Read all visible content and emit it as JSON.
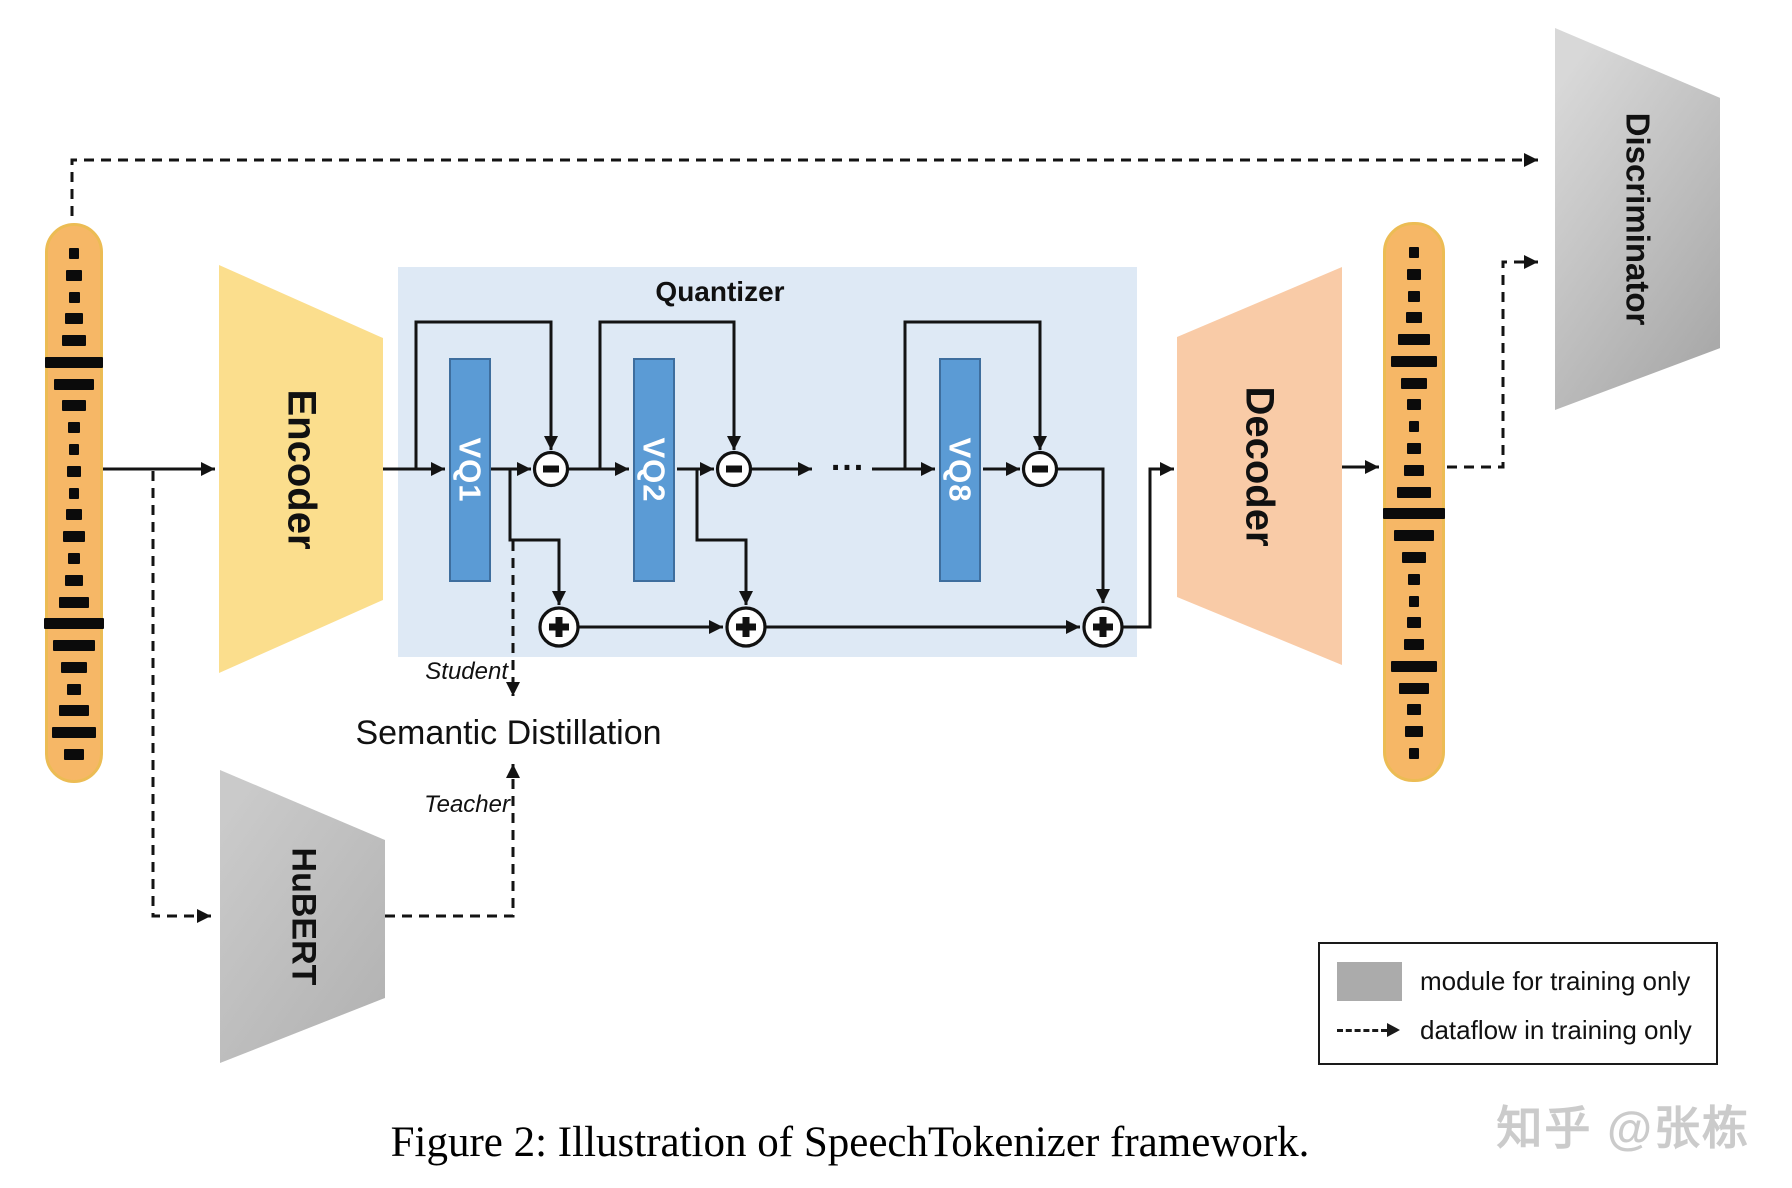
{
  "figure": {
    "caption": "Figure 2: Illustration of SpeechTokenizer framework.",
    "watermark": "知乎 @张栋"
  },
  "blocks": {
    "encoder": "Encoder",
    "decoder": "Decoder",
    "discriminator": "Discriminator",
    "hubert": "HuBERT",
    "quantizer_title": "Quantizer",
    "vq1": "VQ1",
    "vq2": "VQ2",
    "vq8": "VQ8",
    "ellipsis": "..."
  },
  "labels": {
    "student": "Student",
    "teacher": "Teacher",
    "semantic_distillation": "Semantic Distillation"
  },
  "legend": {
    "module": "module for training only",
    "dataflow": "dataflow in training only"
  },
  "colors": {
    "waveform_fill": "#F6B766",
    "waveform_border": "#ECBC54",
    "encoder_fill": "#FBDE8D",
    "decoder_fill": "#F9CBA7",
    "quantizer_bg": "#DEE9F5",
    "vq_fill": "#5B9BD5",
    "vq_border": "#3E6E9E",
    "module_gray_light": "#D8D8D8",
    "module_gray_dark": "#A6A6A6",
    "hubert_gray_light": "#CACACA",
    "hubert_gray_dark": "#B2B2B2",
    "legend_swatch": "#ABABAB",
    "watermark": "#CBCBCB"
  },
  "waveforms": {
    "input": [
      10,
      16,
      11,
      18,
      24,
      58,
      40,
      24,
      12,
      10,
      14,
      10,
      16,
      22,
      12,
      18,
      30,
      60,
      42,
      26,
      14,
      30,
      44,
      20
    ],
    "output": [
      10,
      14,
      12,
      16,
      32,
      46,
      26,
      14,
      10,
      14,
      20,
      34,
      62,
      40,
      24,
      12,
      10,
      14,
      20,
      46,
      30,
      14,
      18,
      10
    ]
  }
}
